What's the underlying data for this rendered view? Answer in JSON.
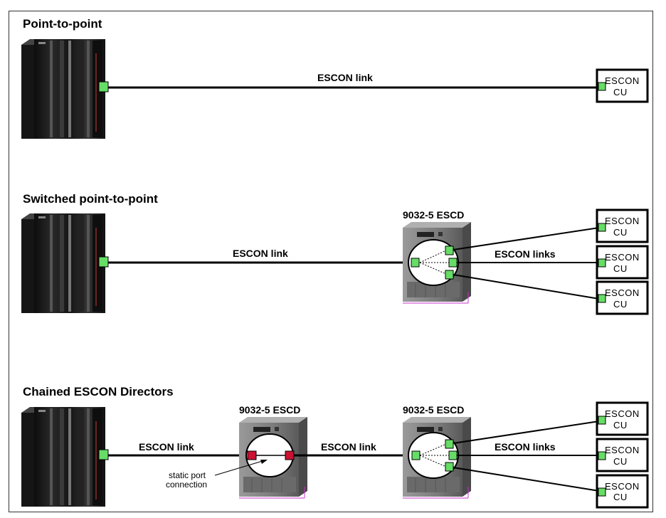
{
  "sections": [
    {
      "title": "Point-to-point",
      "link_label": "ESCON link",
      "cu": [
        "ESCON CU"
      ]
    },
    {
      "title": "Switched point-to-point",
      "escd_label": "9032-5 ESCD",
      "link_label": "ESCON link",
      "links_label": "ESCON links",
      "cu": [
        "ESCON CU",
        "ESCON CU",
        "ESCON CU"
      ]
    },
    {
      "title": "Chained ESCON Directors",
      "escd1_label": "9032-5 ESCD",
      "escd2_label": "9032-5 ESCD",
      "link1_label": "ESCON link",
      "link2_label": "ESCON link",
      "links_label": "ESCON links",
      "annotation_line1": "static port",
      "annotation_line2": "connection",
      "cu": [
        "ESCON CU",
        "ESCON CU",
        "ESCON CU"
      ]
    }
  ],
  "cu_text": {
    "line1": "ESCON",
    "line2": "CU"
  },
  "colors": {
    "port_green": "#66dd66",
    "port_red": "#cc1133",
    "server_dark": "#1c1c1c",
    "magenta": "#cc33cc"
  }
}
